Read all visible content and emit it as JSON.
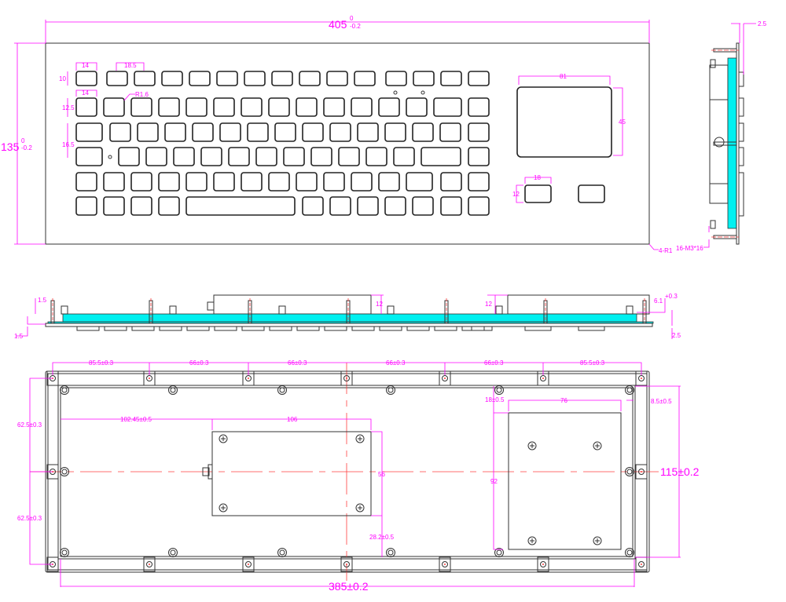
{
  "title": "Industrial metal keyboard with touchpad - dimension drawing",
  "front_view": {
    "width": "405",
    "width_tol_upper": "0",
    "width_tol_lower": "-0.2",
    "height": "135",
    "height_tol_upper": "0",
    "height_tol_lower": "-0.2",
    "key_width": "14",
    "key_pitch": "18.5",
    "key_height_top": "10",
    "key_width_2": "14",
    "key_radius": "R1.6",
    "key_height": "12.5",
    "row_pitch": "16.5",
    "touchpad_width": "81",
    "touchpad_height": "45",
    "button_width": "18",
    "button_height": "12",
    "corner_radius": "4-R1"
  },
  "side_view": {
    "thickness": "2.5",
    "screws": "16-M3*16"
  },
  "bottom_view": {
    "d1": "1.5",
    "d2": "1.5",
    "d3": "12",
    "d4": "12",
    "d5": "6.1",
    "d5_tol": "+0.3",
    "d6": "2.5"
  },
  "rear_view": {
    "pitch": [
      "85.5±0.3",
      "66±0.3",
      "66±0.3",
      "66±0.3",
      "66±0.3",
      "85.5±0.3"
    ],
    "side_pitch_top": "62.5±0.3",
    "side_pitch_bottom": "62.5±0.3",
    "board_offset": "102.45±0.5",
    "board_width": "106",
    "board_height": "56",
    "board_bottom": "28.2±0.5",
    "pad_top": "18±0.5",
    "pad_width": "76",
    "pad_right": "8.5±0.5",
    "pad_height": "92",
    "overall_height": "115±0.2",
    "overall_width": "385±0.2"
  },
  "colors": {
    "dimension": "#ff00ff",
    "pcb": "#00f0f0",
    "centerline": "#ff4040"
  }
}
